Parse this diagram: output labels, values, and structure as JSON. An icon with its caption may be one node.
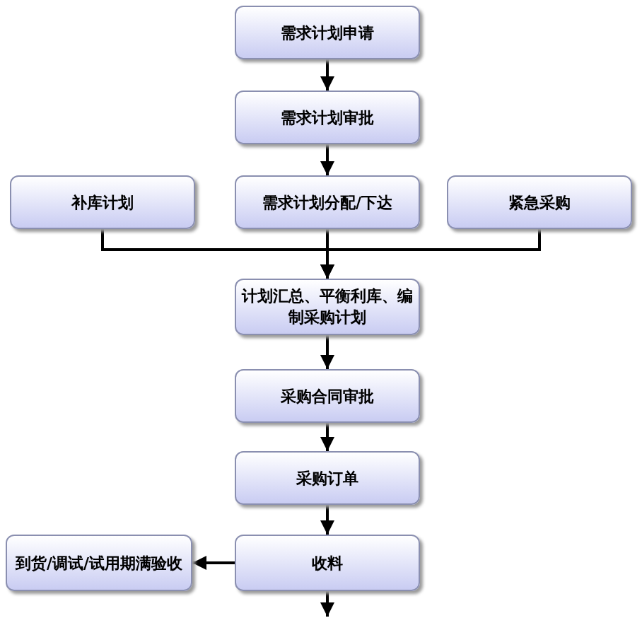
{
  "diagram": {
    "nodes": [
      {
        "text": [
          "需求计划申请"
        ]
      },
      {
        "text": [
          "需求计划审批"
        ]
      },
      {
        "text": [
          "补库计划"
        ]
      },
      {
        "text": [
          "需求计划分配/下达"
        ]
      },
      {
        "text": [
          "紧急采购"
        ]
      },
      {
        "text": [
          "计划汇总、平衡利库、编制采购计划"
        ]
      },
      {
        "text": [
          "采购合同审批"
        ]
      },
      {
        "text": [
          "采购订单"
        ]
      },
      {
        "text": [
          "到货/调试/试用期满验收"
        ]
      },
      {
        "text": [
          "收料"
        ]
      }
    ],
    "edges": [
      {
        "from": 0,
        "to": 1,
        "arrow": "to"
      },
      {
        "from": 1,
        "to": 3,
        "arrow": "to"
      },
      {
        "from": 2,
        "to": 5,
        "arrow": "to"
      },
      {
        "from": 3,
        "to": 5,
        "arrow": "to"
      },
      {
        "from": 4,
        "to": 5,
        "arrow": "to"
      },
      {
        "from": 5,
        "to": 6,
        "arrow": "to"
      },
      {
        "from": 6,
        "to": 7,
        "arrow": "to"
      },
      {
        "from": 7,
        "to": 9,
        "arrow": "to"
      },
      {
        "from": 9,
        "to": 8,
        "arrow": "to"
      },
      {
        "from": 9,
        "to": null,
        "arrow": "to"
      }
    ]
  }
}
